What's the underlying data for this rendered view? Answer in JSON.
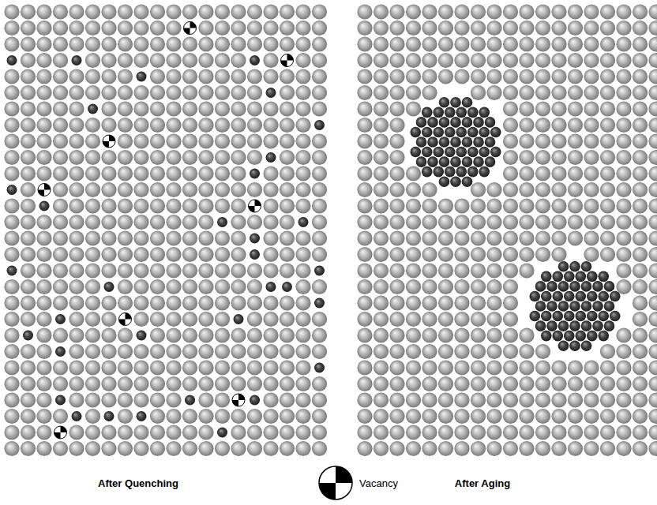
{
  "diagram": {
    "labels": [
      "After Quenching",
      "After Aging"
    ],
    "legend": [
      {
        "text": "Vacancy"
      }
    ]
  }
}
